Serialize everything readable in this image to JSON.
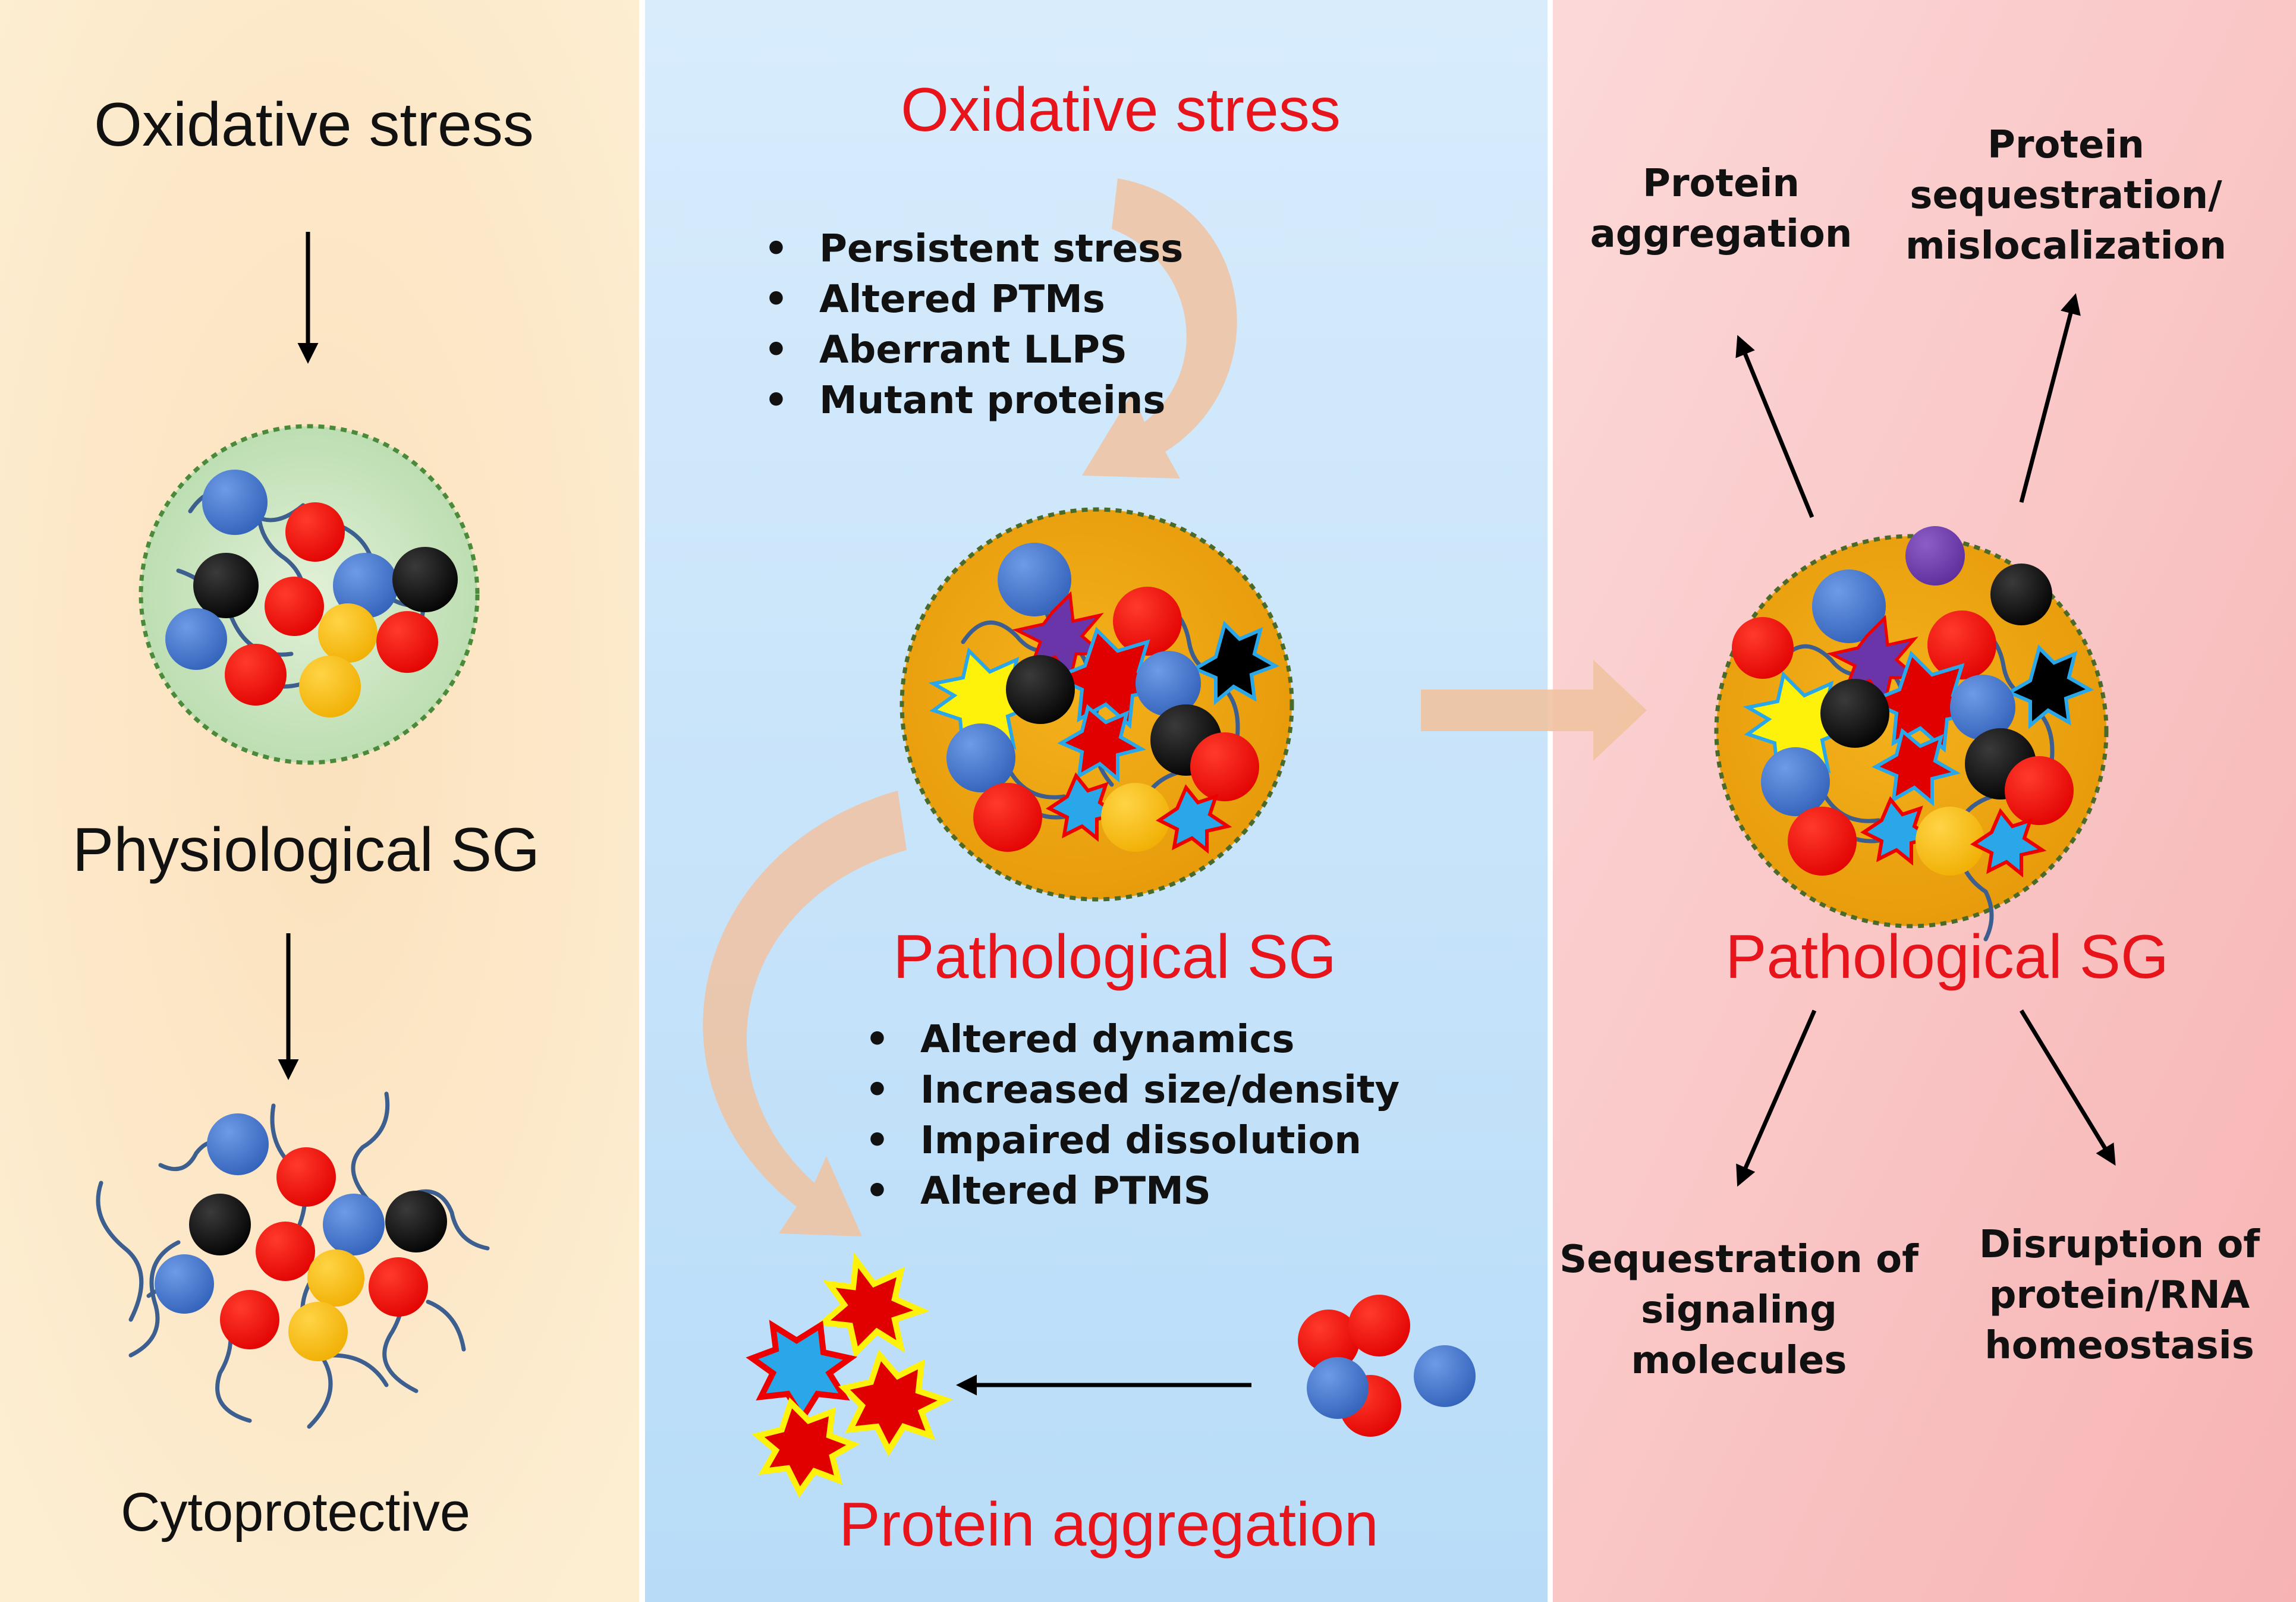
{
  "panel_left": {
    "top_label": "Oxidative stress",
    "middle_label": "Physiological SG",
    "bottom_label": "Cytoprotective"
  },
  "panel_middle": {
    "top_label": "Oxidative stress",
    "stress_bullets": [
      "Persistent stress",
      "Altered PTMs",
      "Aberrant LLPS",
      "Mutant proteins"
    ],
    "sg_label": "Pathological SG",
    "sg_bullets": [
      "Altered dynamics",
      "Increased size/density",
      "Impaired dissolution",
      "Altered PTMS"
    ],
    "bottom_label": "Protein aggregation",
    "bullet_glyph": "•"
  },
  "panel_right": {
    "sg_label": "Pathological SG",
    "outcome_top_left": [
      "Protein",
      "aggregation"
    ],
    "outcome_top_right": [
      "Protein",
      "sequestration/",
      "mislocalization"
    ],
    "outcome_bottom_left": [
      "Sequestration of",
      "signaling",
      "molecules"
    ],
    "outcome_bottom_right": [
      "Disruption of",
      "protein/RNA",
      "homeostasis"
    ]
  },
  "colors": {
    "left_bg": "#fdeccc",
    "middle_bg": "#cfe6fb",
    "right_bg": "#fbcaca",
    "accent_red": "#e8141b",
    "granule_physiological": "#cfe6c4",
    "granule_pathological": "#f1a50e",
    "protein_blue": "#3b6cc8",
    "protein_red": "#f20000",
    "protein_black": "#050505",
    "protein_yellow": "#f7bd14",
    "protein_purple": "#6a35a8",
    "rna_strand": "#3d5f8f",
    "big_arrow": "#f0c2a0"
  }
}
